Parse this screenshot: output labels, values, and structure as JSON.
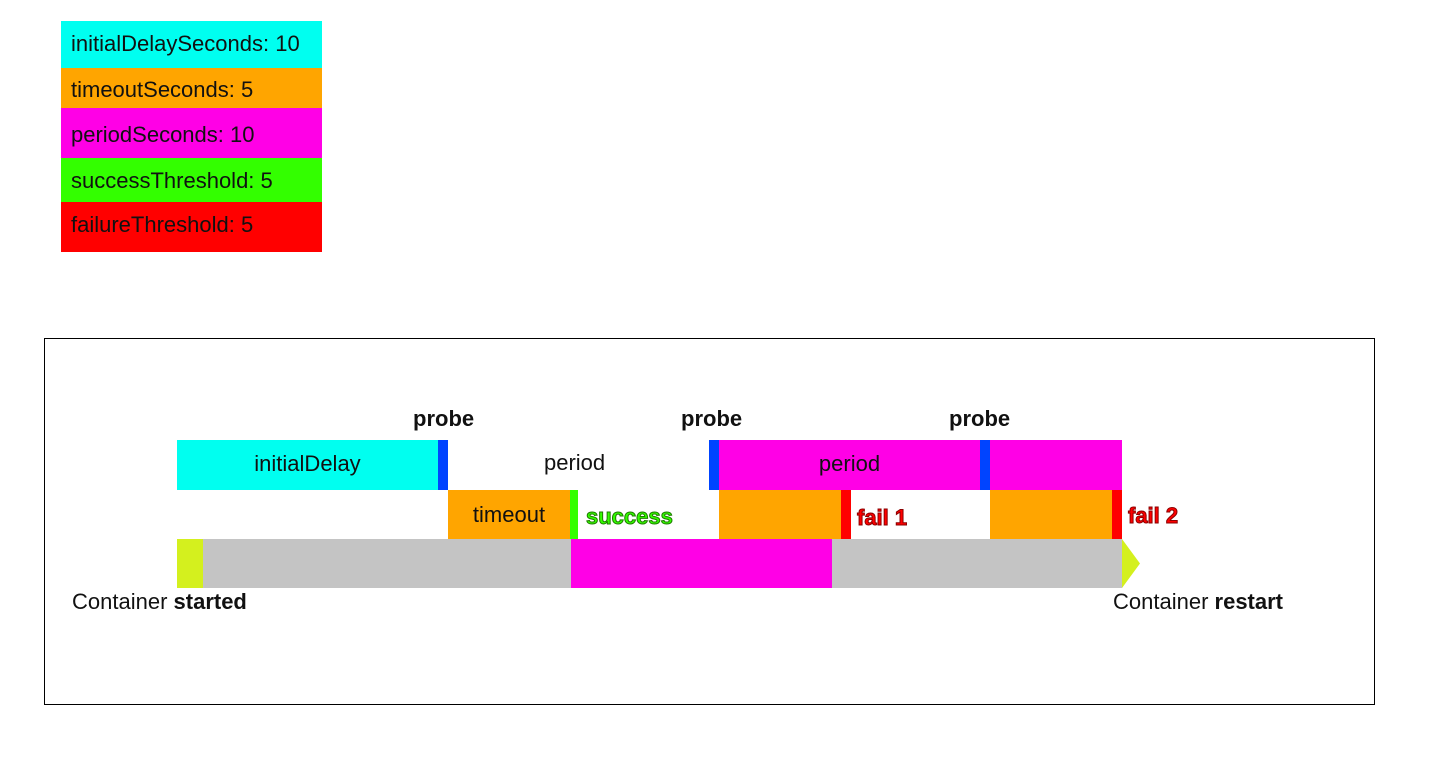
{
  "colors": {
    "initial_delay": "#00fff0",
    "timeout": "#ffa500",
    "period": "#ff00e6",
    "success": "#33ff00",
    "failure": "#ff0000",
    "probe_marker": "#0044ff",
    "timeline": "#c4c4c4",
    "timeline_cap": "#d4f01e"
  },
  "legend": {
    "items": [
      {
        "text": "initialDelaySeconds: 10"
      },
      {
        "text": "timeoutSeconds: 5"
      },
      {
        "text": "periodSeconds: 10"
      },
      {
        "text": "successThreshold: 5"
      },
      {
        "text": "failureThreshold: 5"
      }
    ]
  },
  "diagram": {
    "probe_labels": [
      "probe",
      "probe",
      "probe"
    ],
    "initial_delay_label": "initialDelay",
    "period_label_1": "period",
    "period_label_2": "period",
    "timeout_label": "timeout",
    "success_label": "success",
    "fail1_label": "fail 1",
    "fail2_label": "fail 2",
    "start_prefix": "Container ",
    "start_bold": "started",
    "end_prefix": "Container ",
    "end_bold": "restart"
  }
}
